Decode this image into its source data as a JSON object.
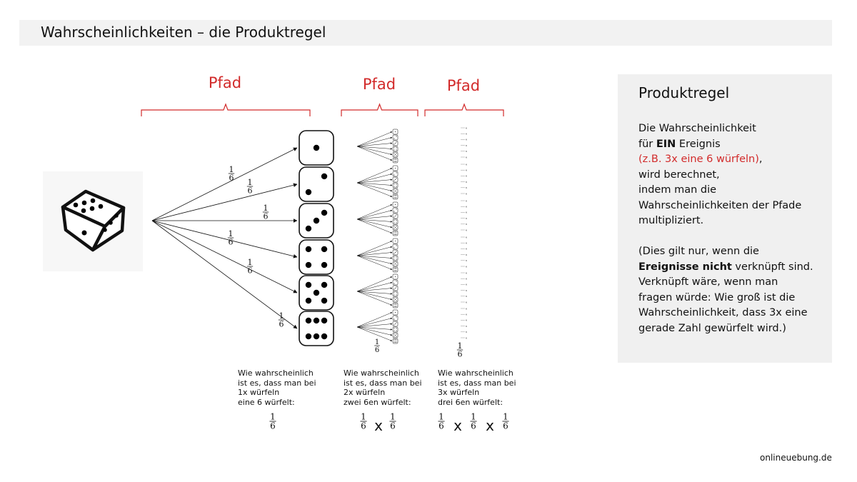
{
  "header": {
    "title": "Wahrscheinlichkeiten – die Produktregel"
  },
  "diagram": {
    "path_labels": [
      "Pfad",
      "Pfad",
      "Pfad"
    ],
    "fraction": {
      "numerator": "1",
      "denominator": "6"
    },
    "times_sign": "x",
    "questions": [
      {
        "lines": [
          "Wie wahrscheinlich",
          "ist es, dass man bei",
          "1x würfeln",
          "eine 6 würfelt:"
        ]
      },
      {
        "lines": [
          "Wie wahrscheinlich",
          "ist es, dass man bei",
          "2x würfeln",
          "zwei 6en würfelt:"
        ]
      },
      {
        "lines": [
          "Wie wahrscheinlich",
          "ist es, dass man bei",
          "3x würfeln",
          "drei 6en würfelt:"
        ]
      }
    ],
    "result_factor_counts": [
      1,
      2,
      3
    ],
    "die_faces": [
      1,
      2,
      3,
      4,
      5,
      6
    ],
    "accent_color": "#d22b2b",
    "icons": [
      "die-icon",
      "die-face-icon"
    ]
  },
  "panel": {
    "heading": "Produktregel",
    "line1": "Die Wahrscheinlichkeit",
    "line2_pre": "für ",
    "line2_bold": "EIN",
    "line2_post": " Ereignis",
    "line3_red": "(z.B. 3x eine 6 würfeln)",
    "line3_post": ",",
    "line4": "wird berechnet,",
    "line5": "indem man die",
    "line6": "Wahrscheinlichkeiten der Pfade",
    "line7": "multipliziert.",
    "line8": "(Dies gilt nur, wenn die",
    "line9_bold": "Ereignisse nicht",
    "line9_post": " verknüpft sind.",
    "line10": "Verknüpft wäre, wenn man",
    "line11": "fragen würde: Wie groß ist die",
    "line12": "Wahrscheinlichkeit, dass 3x eine",
    "line13": "gerade Zahl gewürfelt wird.)"
  },
  "footer": {
    "site": "onlineuebung.de"
  }
}
